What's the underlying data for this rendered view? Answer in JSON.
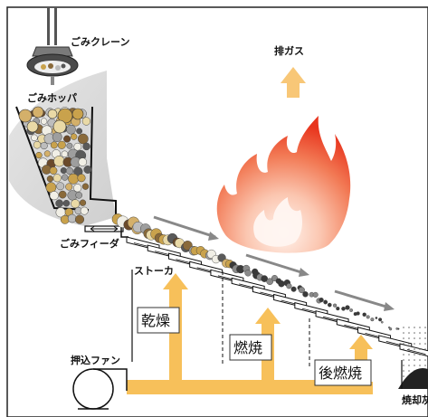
{
  "labels": {
    "crane": "ごみクレーン",
    "hopper": "ごみホッパ",
    "feeder": "ごみフィーダ",
    "stoker": "ストーカ",
    "fan": "押込ファン",
    "exhaust": "排ガス",
    "ash": "焼却灰"
  },
  "zones": {
    "drying": "乾燥",
    "combustion": "燃焼",
    "post_combustion": "後燃焼"
  },
  "colors": {
    "air_arrow": "#f7c05a",
    "exhaust_arrow": "#f8c777",
    "flame_outer": "#f04a2c",
    "flame_inner": "#fde3d6",
    "hopper_fill": "#dcdcdc",
    "direction_arrow": "#888888"
  }
}
